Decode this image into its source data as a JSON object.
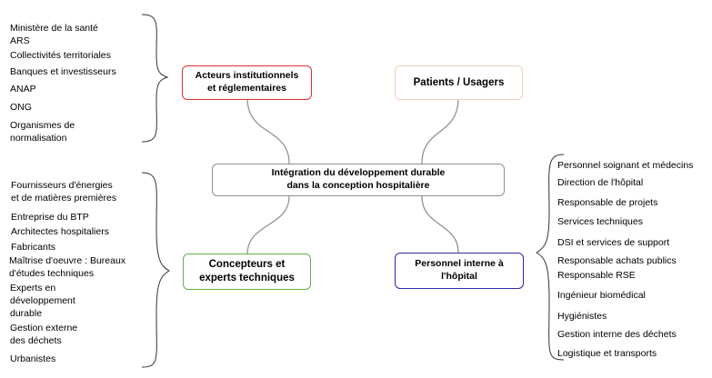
{
  "center": {
    "label": "Intégration du développement durable\ndans la conception hospitalière",
    "color": "#8a8f99"
  },
  "nodes": {
    "institutional": {
      "label": "Acteurs institutionnels\net réglementaires",
      "color": "#e0302f"
    },
    "patients": {
      "label": "Patients / Usagers",
      "color": "#f4cdbb"
    },
    "designers": {
      "label": "Concepteurs et\nexperts techniques",
      "color": "#6aaf46"
    },
    "internal": {
      "label": "Personnel interne à\nl'hôpital",
      "color": "#2a2aa8"
    }
  },
  "lists": {
    "institutional": [
      "Ministère de la santé",
      "ARS",
      "Collectivités territoriales",
      "Banques et investisseurs",
      "ANAP",
      "ONG",
      "Organismes de\nnormalisation"
    ],
    "designers": [
      "Fournisseurs d'énergies\net de matières premières",
      "Entreprise du BTP",
      "Architectes hospitaliers",
      "Fabricants",
      "Maîtrise d'oeuvre : Bureaux\nd'études techniques",
      "Experts en\ndéveloppement\ndurable",
      "Gestion externe\ndes déchets",
      "Urbanistes"
    ],
    "internal": [
      "Personnel soignant et médecins",
      "Direction de l'hôpital",
      "Responsable de projets",
      "Services techniques",
      "DSI et services de support",
      "Responsable achats publics",
      "Responsable RSE",
      "Ingénieur biomédical",
      "Hygiénistes",
      "Gestion interne des déchets",
      "Logistique et transports"
    ]
  }
}
